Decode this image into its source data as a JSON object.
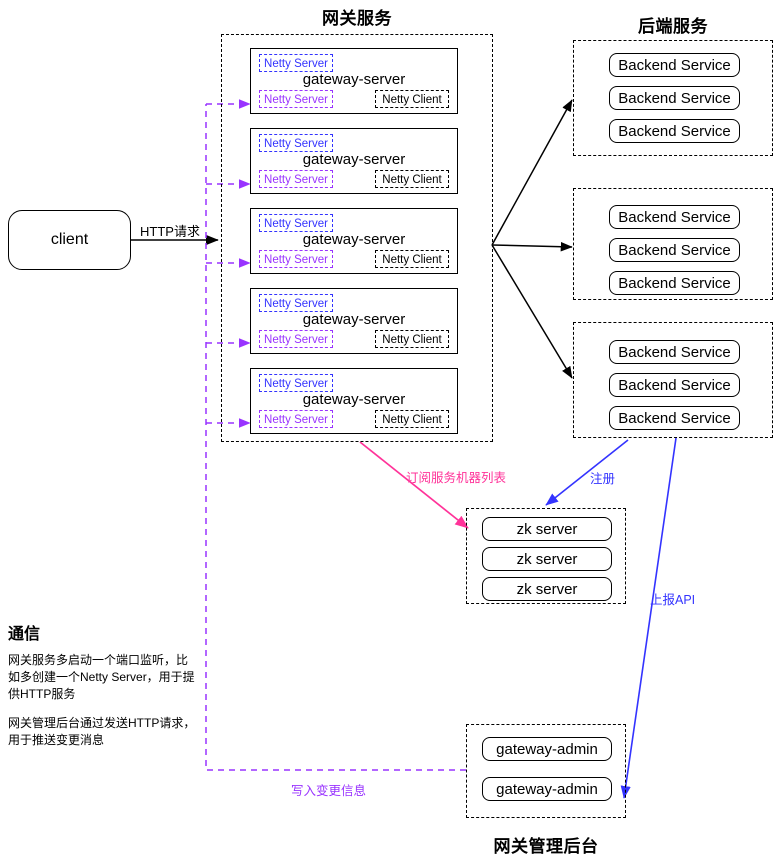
{
  "diagram": {
    "titles": {
      "gateway_services": "网关服务",
      "backend_services": "后端服务",
      "gateway_admin": "网关管理后台"
    },
    "client": {
      "label": "client"
    },
    "gateway_servers": [
      {
        "title": "gateway-server",
        "netty_server_top": "Netty Server",
        "netty_server_bottom": "Netty Server",
        "netty_client": "Netty Client"
      },
      {
        "title": "gateway-server",
        "netty_server_top": "Netty Server",
        "netty_server_bottom": "Netty Server",
        "netty_client": "Netty Client"
      },
      {
        "title": "gateway-server",
        "netty_server_top": "Netty Server",
        "netty_server_bottom": "Netty Server",
        "netty_client": "Netty Client"
      },
      {
        "title": "gateway-server",
        "netty_server_top": "Netty Server",
        "netty_server_bottom": "Netty Server",
        "netty_client": "Netty Client"
      },
      {
        "title": "gateway-server",
        "netty_server_top": "Netty Server",
        "netty_server_bottom": "Netty Server",
        "netty_client": "Netty Client"
      }
    ],
    "backend_groups": [
      {
        "services": [
          "Backend Service",
          "Backend Service",
          "Backend Service"
        ]
      },
      {
        "services": [
          "Backend Service",
          "Backend Service",
          "Backend Service"
        ]
      },
      {
        "services": [
          "Backend Service",
          "Backend Service",
          "Backend Service"
        ]
      }
    ],
    "zk_cluster": {
      "nodes": [
        "zk server",
        "zk server",
        "zk server"
      ]
    },
    "admin_cluster": {
      "nodes": [
        "gateway-admin",
        "gateway-admin"
      ]
    },
    "edges": [
      {
        "id": "http-request",
        "label": "HTTP请求",
        "color": "#000000"
      },
      {
        "id": "subscribe",
        "label": "订阅服务机器列表",
        "color": "#ff3399"
      },
      {
        "id": "register",
        "label": "注册",
        "color": "#3333ff"
      },
      {
        "id": "report-api",
        "label": "上报API",
        "color": "#3333ff"
      },
      {
        "id": "write-change",
        "label": "写入变更信息",
        "color": "#9933ff"
      }
    ],
    "notes": {
      "heading": "通信",
      "paragraph1": "网关服务多启动一个端口监听，比如多创建一个Netty Server，用于提供HTTP服务",
      "paragraph2": "网关管理后台通过发送HTTP请求，用于推送变更消息"
    },
    "colors": {
      "blue": "#3333ff",
      "purple": "#9933ff",
      "pink": "#ff3399",
      "black": "#000000"
    }
  }
}
